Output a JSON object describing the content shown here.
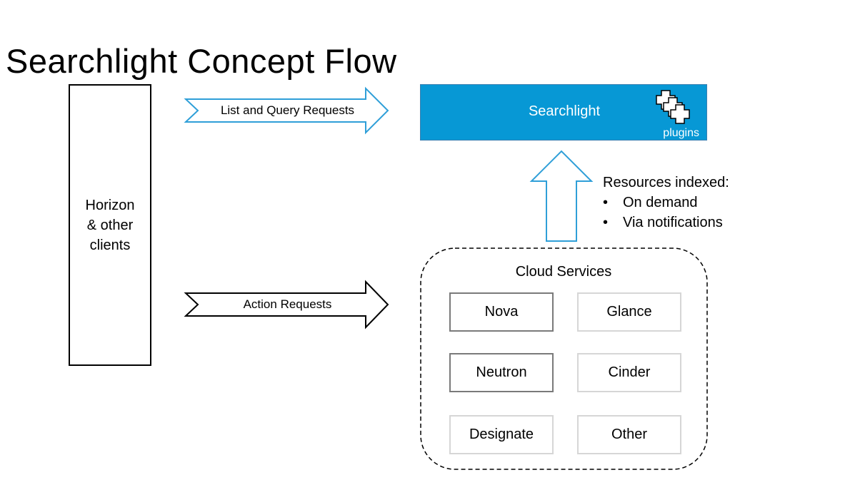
{
  "title": "Searchlight Concept Flow",
  "client": {
    "lines": [
      "Horizon",
      "& other",
      "clients"
    ]
  },
  "arrows": {
    "query_label": "List and Query Requests",
    "action_label": "Action Requests"
  },
  "searchlight": {
    "label": "Searchlight",
    "plugins_label": "plugins"
  },
  "indexing": {
    "heading": "Resources indexed:",
    "items": [
      "On demand",
      "Via notifications"
    ]
  },
  "cloud": {
    "label": "Cloud Services",
    "services": [
      "Nova",
      "Glance",
      "Neutron",
      "Cinder",
      "Designate",
      "Other"
    ]
  },
  "colors": {
    "searchlight_fill": "#0798d5",
    "query_arrow_stroke": "#2f9fd8",
    "action_arrow_stroke": "#000000",
    "index_arrow_stroke": "#2f9fd8"
  }
}
